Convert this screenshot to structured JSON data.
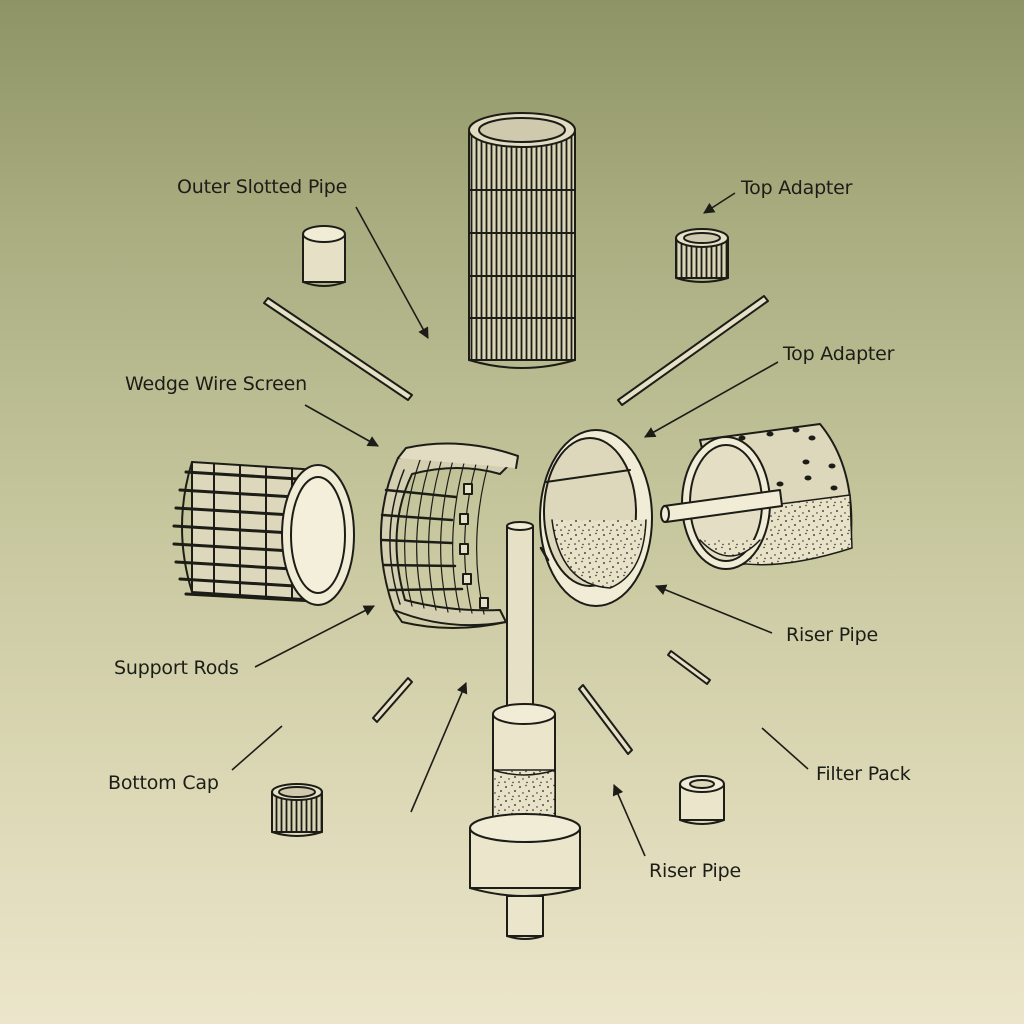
{
  "labels": {
    "outer_slotted_pipe": "Outer Slotted Pipe",
    "top_adapter_1": "Top Adapter",
    "top_adapter_2": "Top Adapter",
    "wedge_wire_screen": "Wedge Wire Screen",
    "riser_pipe_1": "Riser Pipe",
    "support_rods": "Support Rods",
    "filter_pack": "Filter Pack",
    "bottom_cap": "Bottom Cap",
    "riser_pipe_2": "Riser Pipe"
  },
  "colors": {
    "ink": "#1d1d18",
    "part_fill": "#f1ecd6",
    "sand_fill": "#e8e2c8"
  }
}
